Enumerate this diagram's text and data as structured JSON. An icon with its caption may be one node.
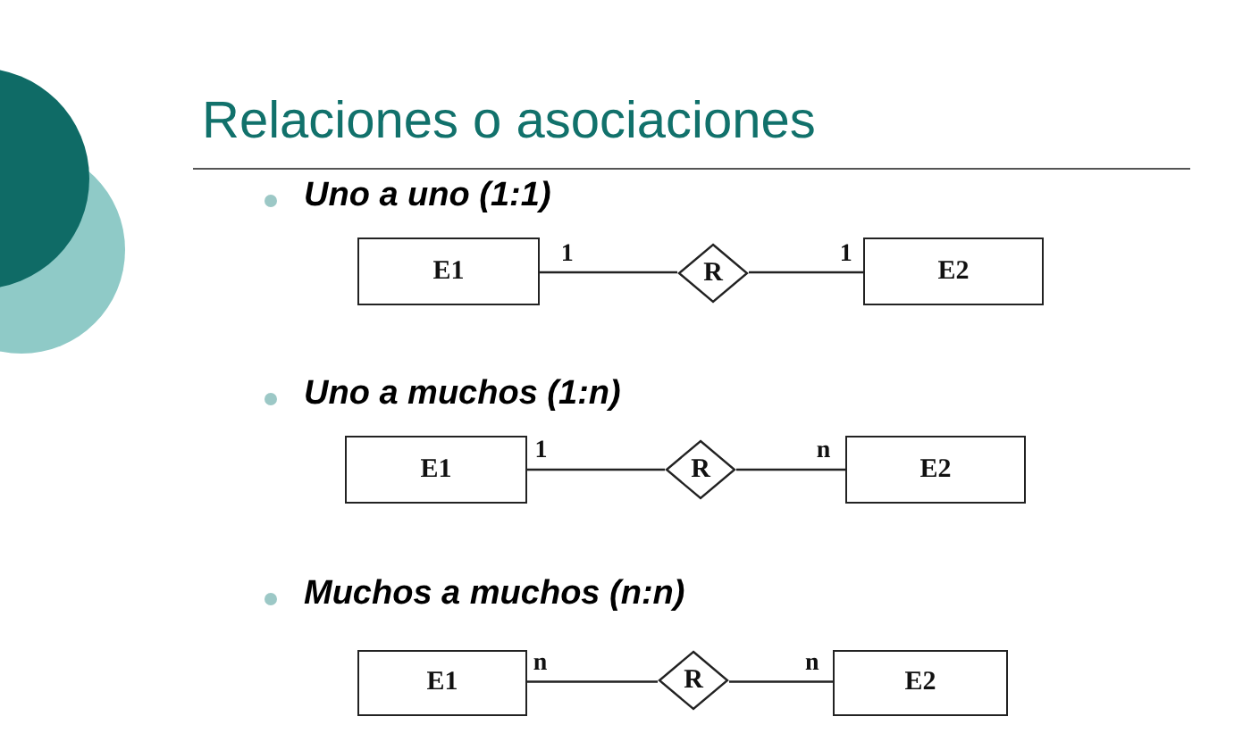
{
  "diagram": {
    "title": "Relaciones o asociaciones",
    "nodes": [
      {
        "text": [
          "E1"
        ]
      },
      {
        "text": [
          "R"
        ]
      },
      {
        "text": [
          "E2"
        ]
      },
      {
        "text": [
          "E1"
        ]
      },
      {
        "text": [
          "R"
        ]
      },
      {
        "text": [
          "E2"
        ]
      },
      {
        "text": [
          "E1"
        ]
      },
      {
        "text": [
          "R"
        ]
      },
      {
        "text": [
          "E2"
        ]
      }
    ],
    "edges": [
      {
        "from": 0,
        "to": 1,
        "arrow": "none",
        "label": "1"
      },
      {
        "from": 1,
        "to": 2,
        "arrow": "none",
        "label": "1"
      },
      {
        "from": 3,
        "to": 4,
        "arrow": "none",
        "label": "1"
      },
      {
        "from": 4,
        "to": 5,
        "arrow": "none",
        "label": "n"
      },
      {
        "from": 6,
        "to": 7,
        "arrow": "none",
        "label": "n"
      },
      {
        "from": 7,
        "to": 8,
        "arrow": "none",
        "label": "n"
      }
    ],
    "labels": [
      "Uno a uno (1:1)",
      "Uno a muchos (1:n)",
      "Muchos a muchos (n:n)"
    ]
  }
}
